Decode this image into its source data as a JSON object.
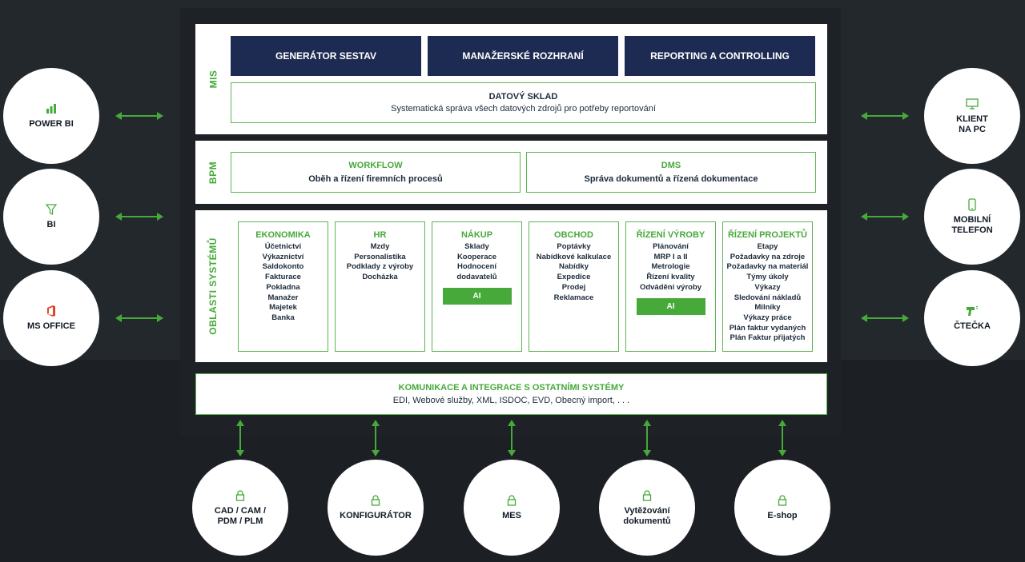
{
  "mis": {
    "label": "MIS",
    "buttons": [
      "GENERÁTOR SESTAV",
      "MANAŽERSKÉ ROZHRANÍ",
      "REPORTING A CONTROLLING"
    ],
    "warehouse": {
      "title": "DATOVÝ SKLAD",
      "subtitle": "Systematická správa všech datových zdrojů pro potřeby reportování"
    }
  },
  "bpm": {
    "label": "BPM",
    "workflow": {
      "title": "WORKFLOW",
      "subtitle": "Oběh a řízení firemních procesů"
    },
    "dms": {
      "title": "DMS",
      "subtitle": "Správa dokumentů a řízená dokumentace"
    }
  },
  "areas": {
    "label": "OBLASTI SYSTÉMŮ",
    "columns": [
      {
        "title": "EKONOMIKA",
        "items": [
          "Účetnictví",
          "Výkaznictví",
          "Saldokonto",
          "Fakturace",
          "Pokladna",
          "Manažer",
          "Majetek",
          "Banka"
        ]
      },
      {
        "title": "HR",
        "items": [
          "Mzdy",
          "Personalistika",
          "Podklady z výroby",
          "Docházka"
        ]
      },
      {
        "title": "NÁKUP",
        "items": [
          "Sklady",
          "Kooperace",
          "Hodnocení",
          "dodavatelů"
        ],
        "ai": "AI"
      },
      {
        "title": "OBCHOD",
        "items": [
          "Poptávky",
          "Nabídkové kalkulace",
          "Nabídky",
          "Expedice",
          "Prodej",
          "Reklamace"
        ]
      },
      {
        "title": "ŘÍZENÍ VÝROBY",
        "items": [
          "Plánování",
          "MRP I a II",
          "Metrologie",
          "Řízení kvality",
          "Odvádění výroby"
        ],
        "ai": "AI"
      },
      {
        "title": "ŘÍZENÍ PROJEKTŮ",
        "items": [
          "Etapy",
          "Požadavky na zdroje",
          "Požadavky na materiál",
          "Týmy úkoly",
          "Výkazy",
          "Sledování nákladů",
          "Milníky",
          "Výkazy práce",
          "Plán faktur vydaných",
          "Plán Faktur přijatých"
        ]
      }
    ]
  },
  "integration": {
    "title": "KOMUNIKACE A INTEGRACE S OSTATNÍMI SYSTÉMY",
    "subtitle": "EDI, Webové služby, XML, ISDOC, EVD, Obecný import, . . ."
  },
  "left_circles": [
    {
      "label": "POWER BI",
      "icon": "power-bi-icon"
    },
    {
      "label": "BI",
      "icon": "funnel-icon"
    },
    {
      "label": "MS OFFICE",
      "icon": "office-icon"
    }
  ],
  "right_circles": [
    {
      "label": "KLIENT\nNA PC",
      "icon": "monitor-icon"
    },
    {
      "label": "MOBILNÍ\nTELEFON",
      "icon": "phone-icon"
    },
    {
      "label": "ČTEČKA",
      "icon": "scanner-icon"
    }
  ],
  "bottom_circles": [
    {
      "label": "CAD / CAM /\nPDM / PLM",
      "icon": "lock-icon"
    },
    {
      "label": "KONFIGURÁTOR",
      "icon": "lock-icon"
    },
    {
      "label": "MES",
      "icon": "lock-icon"
    },
    {
      "label": "Vytěžování\ndokumentů",
      "icon": "lock-icon"
    },
    {
      "label": "E-shop",
      "icon": "lock-icon"
    }
  ],
  "colors": {
    "green": "#46a93a",
    "navy": "#1d2b52",
    "background": "#23282d"
  }
}
